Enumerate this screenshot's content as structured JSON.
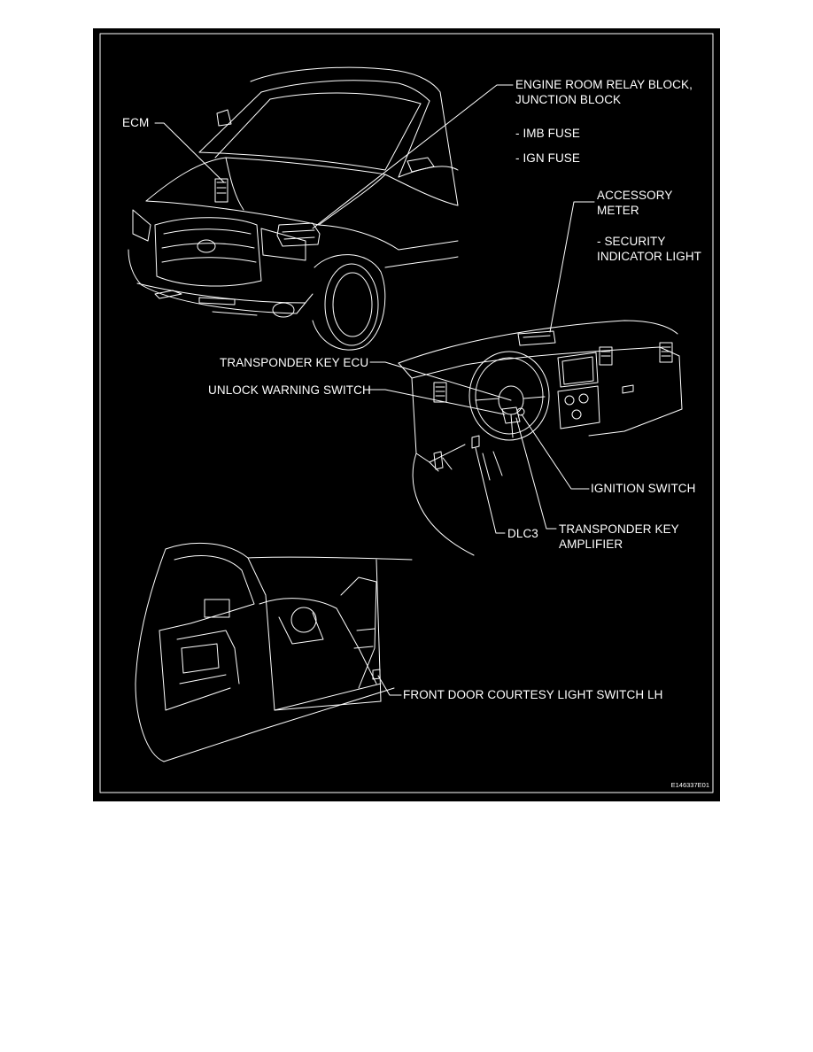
{
  "diagram": {
    "labels": {
      "ecm": "ECM",
      "engine_room_relay_block": "ENGINE ROOM RELAY BLOCK,\nJUNCTION BLOCK",
      "imb_fuse": "- IMB FUSE",
      "ign_fuse": "- IGN FUSE",
      "accessory_meter": "ACCESSORY\nMETER",
      "security_indicator_light": "- SECURITY\nINDICATOR LIGHT",
      "transponder_key_ecu": "TRANSPONDER KEY ECU",
      "unlock_warning_switch": "UNLOCK WARNING SWITCH",
      "ignition_switch": "IGNITION SWITCH",
      "dlc3": "DLC3",
      "transponder_key_amplifier": "TRANSPONDER KEY\nAMPLIFIER",
      "front_door_courtesy_light_switch": "FRONT DOOR COURTESY LIGHT SWITCH LH"
    },
    "figure_code": "E146337E01",
    "colors": {
      "background": "#000000",
      "lines": "#ffffff"
    }
  }
}
